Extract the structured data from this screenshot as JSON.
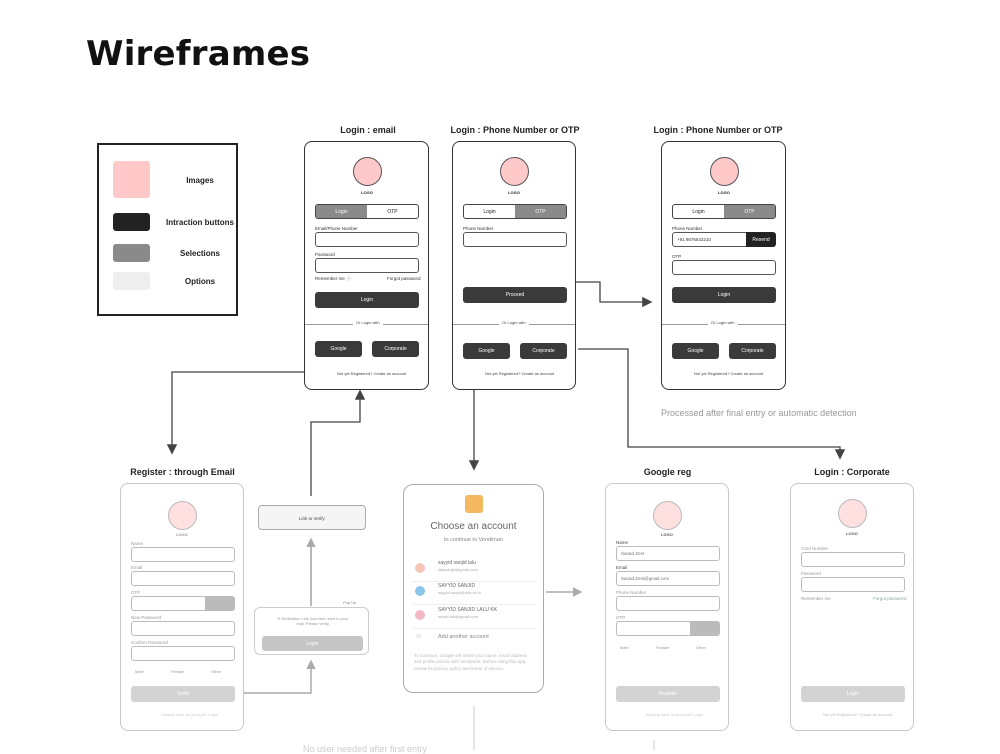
{
  "page": {
    "title": "Wireframes"
  },
  "legend": {
    "items": [
      {
        "label": "Images",
        "color": "#ffc9c9"
      },
      {
        "label": "Intraction buttons",
        "color": "#222222"
      },
      {
        "label": "Selections",
        "color": "#8a8a8a"
      },
      {
        "label": "Options",
        "color": "#eeeeee"
      }
    ]
  },
  "screens": {
    "email": {
      "title": "Login :  email",
      "logo": "LOGO",
      "tabs": [
        "Login",
        "OTP"
      ],
      "email_label": "Email/Phone Number",
      "password_label": "Password",
      "remember": "Remember me",
      "forgot": "Forgot password",
      "login": "Login",
      "or": "Or Login with",
      "google": "Google",
      "corporate": "Corporate",
      "register": "Not yet Registered?  Create an account"
    },
    "phone": {
      "title": "Login :  Phone Number or OTP",
      "logo": "LOGO",
      "tabs": [
        "Login",
        "OTP"
      ],
      "phone_label": "Phone Number",
      "proceed": "Proceed",
      "or": "Or Login with",
      "google": "Google",
      "corporate": "Corporate",
      "register": "Not yet Registered?  Create an account"
    },
    "otp": {
      "title": "Login :  Phone Number or OTP",
      "logo": "LOGO",
      "tabs": [
        "Login",
        "OTP"
      ],
      "phone_label": "Phone Number",
      "phone_value": "+91 9876543210",
      "resend": "Resend",
      "otp_label": "OTP",
      "login": "Login",
      "or": "Or Login with",
      "google": "Google",
      "corporate": "Corporate",
      "register": "Not yet Registered?  Create an account",
      "caption": "Processed after final entry or automatic detection"
    },
    "register": {
      "title": "Register : through Email",
      "logo": "LOGO",
      "name_label": "Name",
      "email_label": "Email",
      "otp_label": "OTP",
      "new_password_label": "New Password",
      "confirm_label": "Confirm Password",
      "male": "Male",
      "female": "Female",
      "other": "Other",
      "verify": "Verify",
      "footer": "Already have an account?  Login"
    },
    "link_verify": {
      "text": "Link to Verify"
    },
    "popup": {
      "label": "Pop Up",
      "text": "If Verification Link has been sent to your mail. Please verify.",
      "login": "Login"
    },
    "google_chooser": {
      "title": "Choose an account",
      "subtitle": "to continue to Vendiman",
      "accounts": [
        {
          "name": "sayyid sanjid lalu",
          "email": "llalusanjid@gmail.com",
          "color": "#f5c6b8"
        },
        {
          "name": "SAYYID SANJID",
          "email": "sayyid.sanjid@mlb.ac.in",
          "color": "#8ac6e8"
        },
        {
          "name": "SAYYID SANJID LALU KK",
          "email": "sanjid.lalu@gmail.com",
          "color": "#f2b8c6"
        }
      ],
      "add": "Add another account",
      "note": "To continue, Google will share your name, email address and profile picture with Vendiman. Before using this app, review its privacy policy and terms of service."
    },
    "google_reg": {
      "title": "Google reg",
      "logo": "LOGO",
      "name_label": "Name",
      "name_value": "Sanad Zest",
      "email_label": "Email",
      "email_value": "Sanad.Zest@gmail.com",
      "phone_label": "Phone Number",
      "otp_label": "OTP",
      "male": "Male",
      "female": "Female",
      "other": "Other",
      "register": "Register",
      "footer": "Already have an account?  Login"
    },
    "corporate": {
      "title": "Login : Corporate",
      "logo": "LOGO",
      "card_label": "Card Number",
      "password_label": "Password",
      "remember": "Remember me",
      "forgot": "Forgot password",
      "login": "Login",
      "footer": "Not yet Registered?  Create an account"
    }
  },
  "bottom_caption": "No user needed after first entry"
}
